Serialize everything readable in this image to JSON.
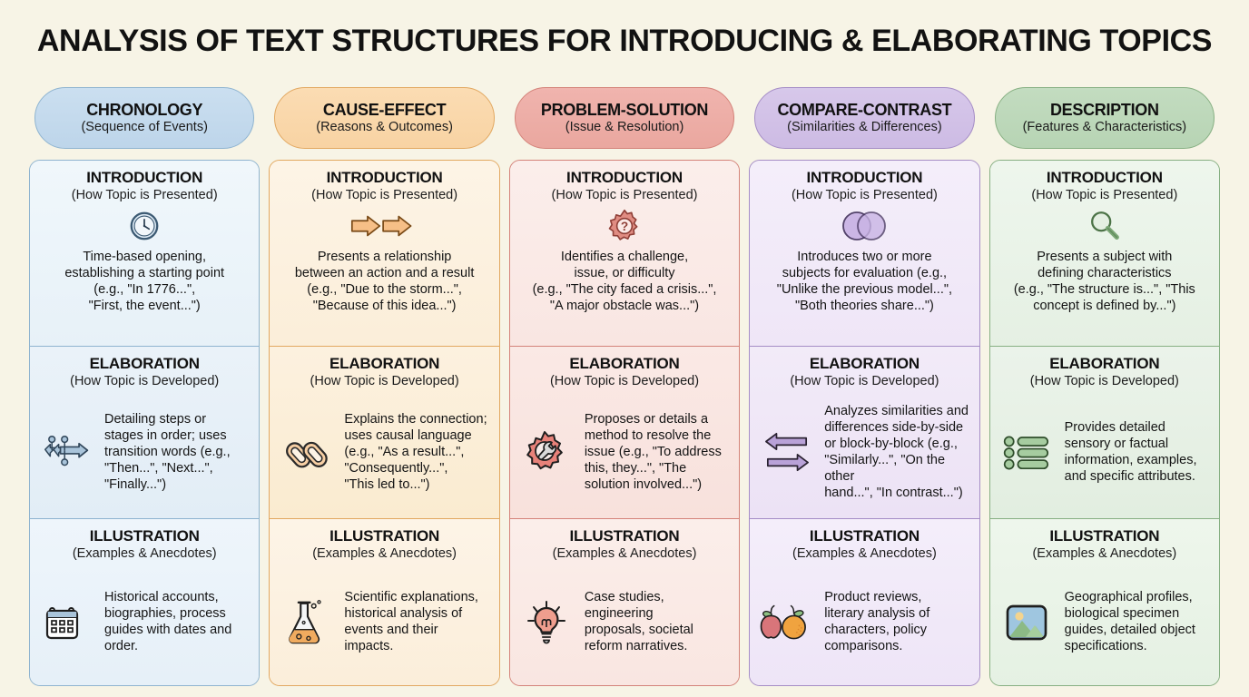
{
  "page": {
    "title": "ANALYSIS OF TEXT STRUCTURES FOR INTRODUCING & ELABORATING TOPICS",
    "background_color": "#f7f4e6"
  },
  "row_labels": {
    "intro_title": "INTRODUCTION",
    "intro_sub": "(How Topic is Presented)",
    "elab_title": "ELABORATION",
    "elab_sub": "(How Topic is Developed)",
    "illus_title": "ILLUSTRATION",
    "illus_sub": "(Examples & Anecdotes)"
  },
  "columns": [
    {
      "key": "chronology",
      "header_title": "CHRONOLOGY",
      "header_sub": "(Sequence of Events)",
      "accent": "#8fb4d0",
      "fill": "#c3d9ec",
      "intro": {
        "icon": "clock-icon",
        "title": "INTRODUCTION",
        "sub": "(How Topic is Presented)",
        "text": "Time-based opening,\nestablishing a starting point\n(e.g., \"In 1776...\",\n\"First, the event...\")"
      },
      "elaboration": {
        "icon": "process-arrow-icon",
        "title": "ELABORATION",
        "sub": "(How Topic is Developed)",
        "text": "Detailing steps or\nstages in order; uses\ntransition words (e.g.,\n\"Then...\", \"Next...\",\n\"Finally...\")"
      },
      "illustration": {
        "icon": "calendar-icon",
        "title": "ILLUSTRATION",
        "sub": "(Examples & Anecdotes)",
        "text": "Historical accounts,\nbiographies, process\nguides with dates and\norder."
      }
    },
    {
      "key": "cause-effect",
      "header_title": "CAUSE-EFFECT",
      "header_sub": "(Reasons & Outcomes)",
      "accent": "#e2a861",
      "fill": "#f9d6a9",
      "intro": {
        "icon": "double-arrow-icon",
        "title": "INTRODUCTION",
        "sub": "(How Topic is Presented)",
        "text": "Presents a relationship\nbetween an action and a result\n(e.g., \"Due to the storm...\",\n\"Because of this idea...\")"
      },
      "elaboration": {
        "icon": "chain-link-icon",
        "title": "ELABORATION",
        "sub": "(How Topic is Developed)",
        "text": "Explains the connection;\nuses causal language\n(e.g., \"As a result...\",\n\"Consequently...\",\n\"This led to...\")"
      },
      "illustration": {
        "icon": "flask-icon",
        "title": "ILLUSTRATION",
        "sub": "(Examples & Anecdotes)",
        "text": "Scientific explanations,\nhistorical analysis of\nevents and their\nimpacts."
      }
    },
    {
      "key": "problem-solution",
      "header_title": "PROBLEM-SOLUTION",
      "header_sub": "(Issue & Resolution)",
      "accent": "#d4837a",
      "fill": "#eeada5",
      "intro": {
        "icon": "gear-question-icon",
        "title": "INTRODUCTION",
        "sub": "(How Topic is Presented)",
        "text": "Identifies a challenge,\nissue, or difficulty\n(e.g., \"The city faced a crisis...\",\n\"A major obstacle was...\")"
      },
      "elaboration": {
        "icon": "gear-wrench-icon",
        "title": "ELABORATION",
        "sub": "(How Topic is Developed)",
        "text": "Proposes or details a\nmethod to resolve the\nissue (e.g., \"To address\nthis, they...\", \"The\nsolution involved...\")"
      },
      "illustration": {
        "icon": "lightbulb-icon",
        "title": "ILLUSTRATION",
        "sub": "(Examples & Anecdotes)",
        "text": "Case studies,\nengineering\nproposals, societal\nreform narratives."
      }
    },
    {
      "key": "compare-contrast",
      "header_title": "COMPARE-CONTRAST",
      "header_sub": "(Similarities & Differences)",
      "accent": "#a58dc6",
      "fill": "#d3c2e8",
      "intro": {
        "icon": "venn-diagram-icon",
        "title": "INTRODUCTION",
        "sub": "(How Topic is Presented)",
        "text": "Introduces two or more\nsubjects for evaluation (e.g.,\n\"Unlike the previous model...\",\n\"Both theories share...\")"
      },
      "elaboration": {
        "icon": "opposing-arrows-icon",
        "title": "ELABORATION",
        "sub": "(How Topic is Developed)",
        "text": "Analyzes similarities and\ndifferences side-by-side\nor block-by-block (e.g.,\n\"Similarly...\", \"On the other\nhand...\", \"In contrast...\")"
      },
      "illustration": {
        "icon": "apple-orange-icon",
        "title": "ILLUSTRATION",
        "sub": "(Examples & Anecdotes)",
        "text": "Product reviews,\nliterary analysis of\ncharacters, policy\ncomparisons."
      }
    },
    {
      "key": "description",
      "header_title": "DESCRIPTION",
      "header_sub": "(Features & Characteristics)",
      "accent": "#87b083",
      "fill": "#bdd8ba",
      "intro": {
        "icon": "magnifier-icon",
        "title": "INTRODUCTION",
        "sub": "(How Topic is Presented)",
        "text": "Presents a subject with\ndefining characteristics\n(e.g., \"The structure is...\", \"This\nconcept is defined by...\")"
      },
      "elaboration": {
        "icon": "bullet-list-icon",
        "title": "ELABORATION",
        "sub": "(How Topic is Developed)",
        "text": "Provides detailed\nsensory or factual\ninformation, examples,\nand specific attributes."
      },
      "illustration": {
        "icon": "image-landscape-icon",
        "title": "ILLUSTRATION",
        "sub": "(Examples & Anecdotes)",
        "text": "Geographical profiles,\nbiological specimen\nguides, detailed object\nspecifications."
      }
    }
  ]
}
